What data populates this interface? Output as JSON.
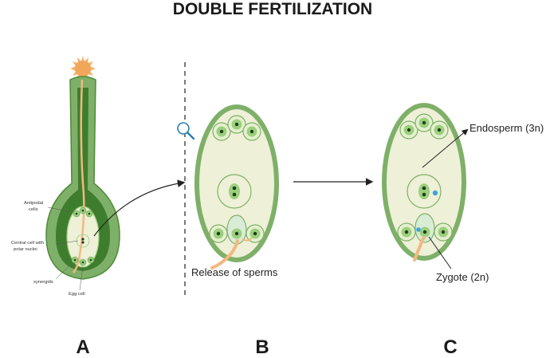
{
  "title": "DOUBLE FERTILIZATION",
  "panel_a": {
    "letter": "A",
    "labels": {
      "antipodal": [
        "Antipodal",
        "cells"
      ],
      "central": [
        "Central cell with",
        "polar nuclei"
      ],
      "synergids": "synergids",
      "egg": "Egg cell"
    }
  },
  "panel_b": {
    "letter": "B",
    "caption": "Release of sperms"
  },
  "panel_c": {
    "letter": "C",
    "endosperm": "Endosperm (3n)",
    "zygote": "Zygote (2n)"
  },
  "icons": [
    "magnifier-icon"
  ],
  "colors": {
    "outer_green": "#7fb069",
    "dark_green": "#3f7d2e",
    "inner_fill": "#eef0d8",
    "cell_fill": "#9ccf7e",
    "nucleus": "#1f3d1a",
    "pollen": "#f2a65a",
    "sperm_blue": "#3fa3d8"
  }
}
